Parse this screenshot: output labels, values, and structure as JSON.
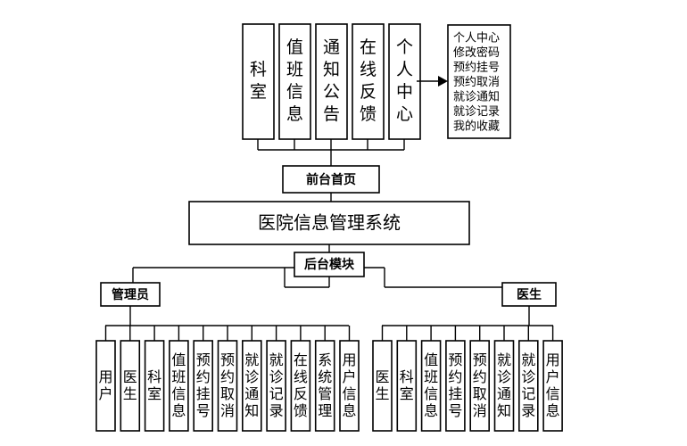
{
  "top_modules": [
    "科室",
    "值班信息",
    "通知公告",
    "在线反馈",
    "个人中心"
  ],
  "personal_center_items": [
    "个人中心",
    "修改密码",
    "预约挂号",
    "预约取消",
    "就诊通知",
    "就诊记录",
    "我的收藏"
  ],
  "frontend_label": "前台首页",
  "system_title": "医院信息管理系统",
  "backend_label": "后台模块",
  "admin_label": "管理员",
  "doctor_label": "医生",
  "admin_modules": [
    "用户",
    "医生",
    "科室",
    "值班信息",
    "预约挂号",
    "预约取消",
    "就诊通知",
    "就诊记录",
    "在线反馈",
    "系统管理",
    "用户信息"
  ],
  "doctor_modules": [
    "医生",
    "科室",
    "值班信息",
    "预约挂号",
    "预约取消",
    "就诊通知",
    "就诊记录",
    "用户信息"
  ]
}
